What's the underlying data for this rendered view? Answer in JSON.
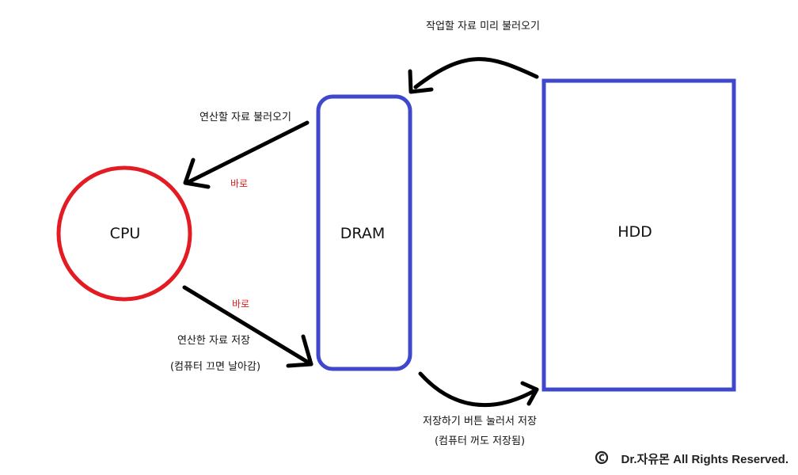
{
  "nodes": {
    "cpu": "CPU",
    "dram": "DRAM",
    "hdd": "HDD"
  },
  "edges": {
    "hdd_to_dram": "작업할 자료 미리 불러오기",
    "dram_to_cpu": "연산할 자료 불러오기",
    "dram_to_cpu_tag": "바로",
    "cpu_to_dram_tag": "바로",
    "cpu_to_dram_line1": "연산한 자료 저장",
    "cpu_to_dram_line2": "(컴퓨터 끄면 날아감)",
    "dram_to_hdd_line1": "저장하기 버튼 눌러서 저장",
    "dram_to_hdd_line2": "(컴퓨터 꺼도 저장됨)"
  },
  "footer": {
    "copyright": "Dr.자유몬 All Rights Reserved."
  },
  "colors": {
    "cpu_stroke": "#e31b23",
    "memory_stroke": "#3f48cc",
    "arrow": "#000000",
    "tag": "#e02020"
  }
}
